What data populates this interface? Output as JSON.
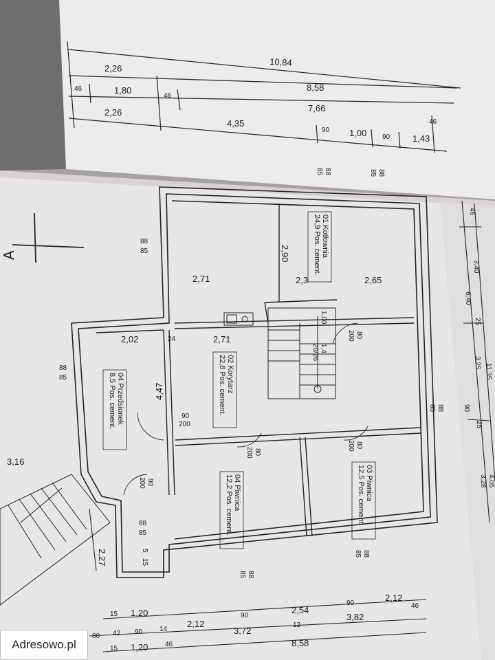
{
  "watermark": "Adresowo.pl",
  "section_mark": "A",
  "top_dims": {
    "overall": "10,84",
    "r1_a": "2,26",
    "r1_b": "8,58",
    "r2_a": "46",
    "r2_b": "1,80",
    "r2_c": "46",
    "r2_d": "7,66",
    "r3_a": "2,26",
    "r3_b": "4,35",
    "r3_c": "90",
    "r3_d": "1,00",
    "r3_e": "90",
    "r3_f": "1,43",
    "r3_g": "46"
  },
  "right_dims": {
    "a": "46",
    "b": "3,40",
    "c": "6,40",
    "d": "25",
    "e": "3,25",
    "f": "11,35",
    "g": "90",
    "h": "25",
    "i": "3,28",
    "j": "4,05"
  },
  "bottom_dims": {
    "a": "15",
    "b": "1,20",
    "c": "90",
    "d": "2,54",
    "e": "90",
    "f": "2,12",
    "g": "80",
    "h": "42",
    "i": "90",
    "j": "14",
    "k": "2,12",
    "l": "3,72",
    "m": "12",
    "n": "3,82",
    "o": "46",
    "p": "15",
    "q": "1,20",
    "r": "46",
    "s": "8,58"
  },
  "interior_dims": {
    "k1": "2,71",
    "k2": "2,3",
    "k3": "2,65",
    "k4": "2,90",
    "c1": "2,02",
    "c2": "24",
    "c3": "2,71",
    "c4": "4,47",
    "st1": "1,00",
    "st2": "1,4",
    "st3": "20/26",
    "w_left": "3,16",
    "w_bottom": "2,27",
    "w_small": "5",
    "w_small2": "15"
  },
  "openings": [
    {
      "t": "88",
      "b": "85"
    },
    {
      "t": "88",
      "b": "85"
    },
    {
      "t": "88",
      "b": "85"
    },
    {
      "t": "88",
      "b": "85"
    },
    {
      "t": "88",
      "b": "85"
    },
    {
      "t": "88",
      "b": "85"
    },
    {
      "t": "88",
      "b": "85"
    },
    {
      "t": "88",
      "b": "85"
    }
  ],
  "doors": [
    {
      "t": "90",
      "b": "200"
    },
    {
      "t": "80",
      "b": "200"
    },
    {
      "t": "80",
      "b": "200"
    },
    {
      "t": "80",
      "b": "200"
    },
    {
      "t": "90",
      "b": "200"
    }
  ],
  "rooms": [
    {
      "l1": "01  Kotłownia",
      "l2": "24,9  Pos. cement."
    },
    {
      "l1": "02  Korytarz",
      "l2": "22,8  Pos. cement."
    },
    {
      "l1": "04  Przedsionek",
      "l2": "8,5  Pos. cement."
    },
    {
      "l1": "04  Piwnica",
      "l2": "12,2  Pos. cement."
    },
    {
      "l1": "03  Piwnica",
      "l2": "12,5  Pos. cement."
    }
  ]
}
